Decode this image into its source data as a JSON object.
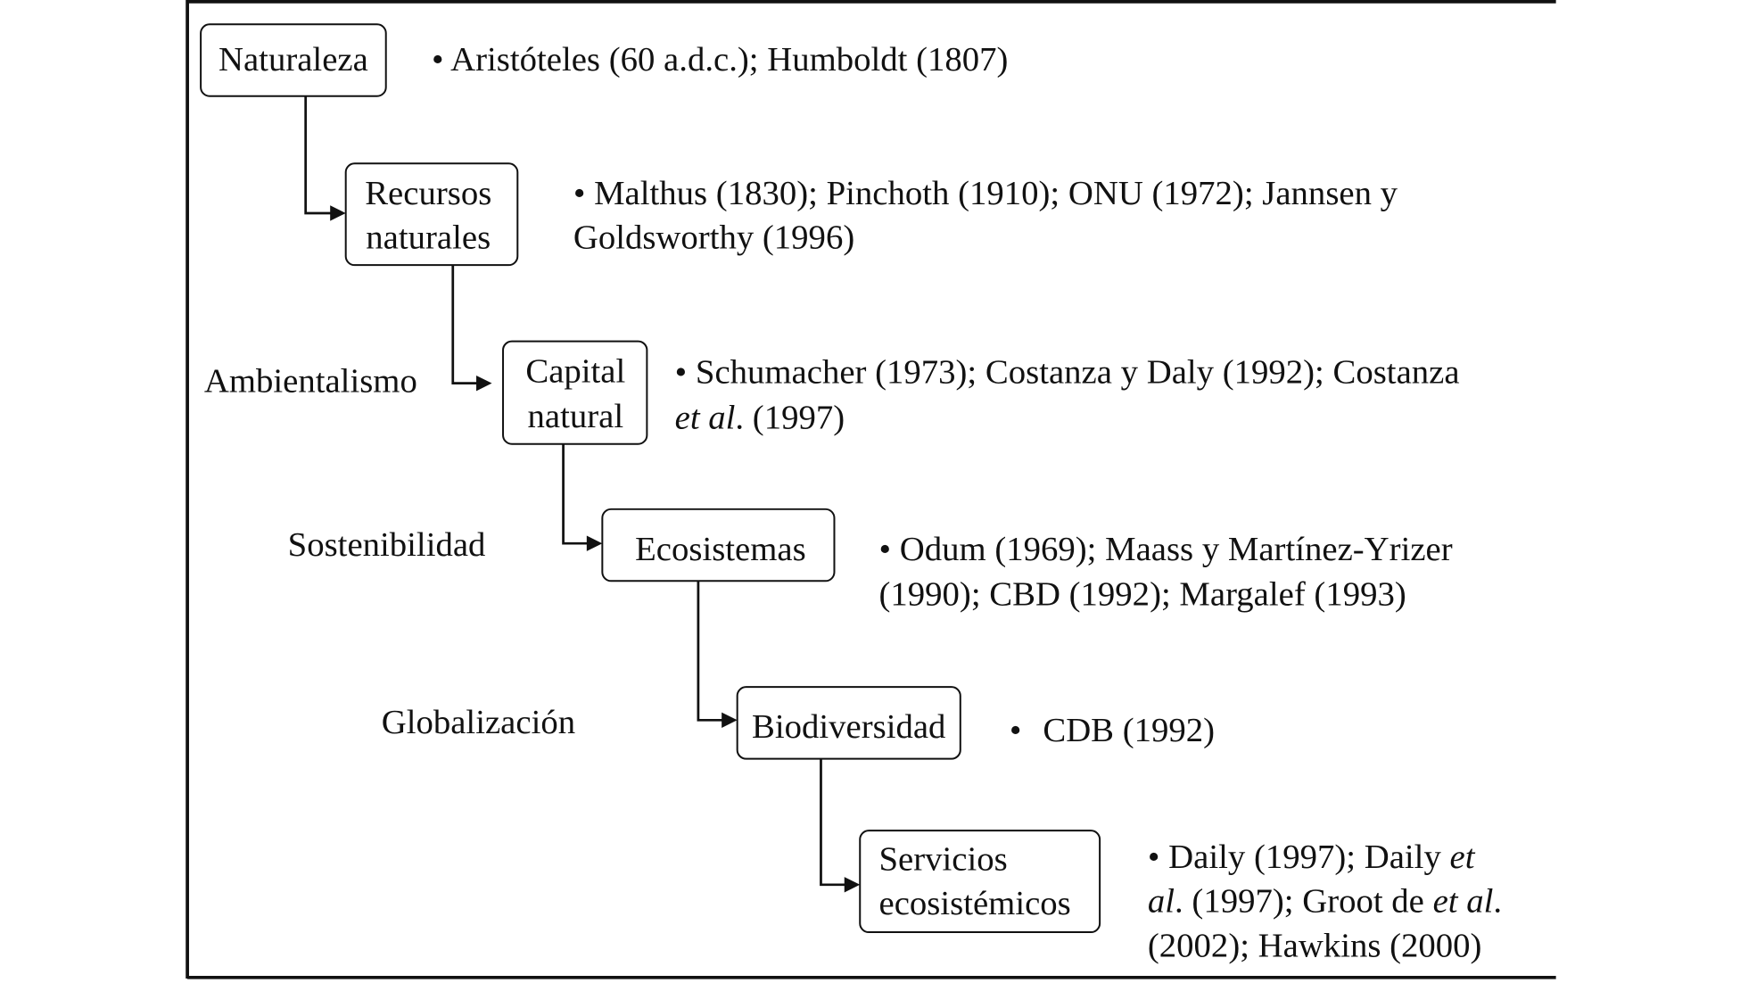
{
  "boxes": [
    [
      "Naturaleza"
    ],
    [
      "Recursos",
      "naturales"
    ],
    [
      "Capital",
      "natural"
    ],
    [
      "Ecosistemas"
    ],
    [
      "Biodiversidad"
    ],
    [
      "Servicios",
      "ecosistémicos"
    ]
  ],
  "side_labels": [
    "Ambientalismo",
    "Sostenibilidad",
    "Globalización"
  ],
  "refs": [
    {
      "lines": [
        [
          "• Aristóteles (60 a.d.c.); Humboldt (1807)"
        ]
      ]
    },
    {
      "lines": [
        [
          "• Malthus (1830); Pinchoth (1910); ONU (1972); Jannsen y"
        ],
        [
          "Goldsworthy (1996)"
        ]
      ]
    },
    {
      "lines": [
        [
          "• Schumacher (1973); Costanza y Daly (1992); Costanza"
        ],
        [
          "et al",
          ". (1997)"
        ]
      ]
    },
    {
      "lines": [
        [
          "• Odum (1969); Maass y Martínez-Yrizer"
        ],
        [
          "(1990); CBD (1992); Margalef (1993)"
        ]
      ]
    },
    {
      "bullet": "•",
      "lines": [
        [
          "CDB (1992)"
        ]
      ]
    },
    {
      "lines": [
        [
          "•  Daily (1997); Daily ",
          "et"
        ],
        [
          "al",
          ". (1997); Groot de ",
          "et al",
          "."
        ],
        [
          "(2002); Hawkins (2000)"
        ]
      ]
    }
  ]
}
